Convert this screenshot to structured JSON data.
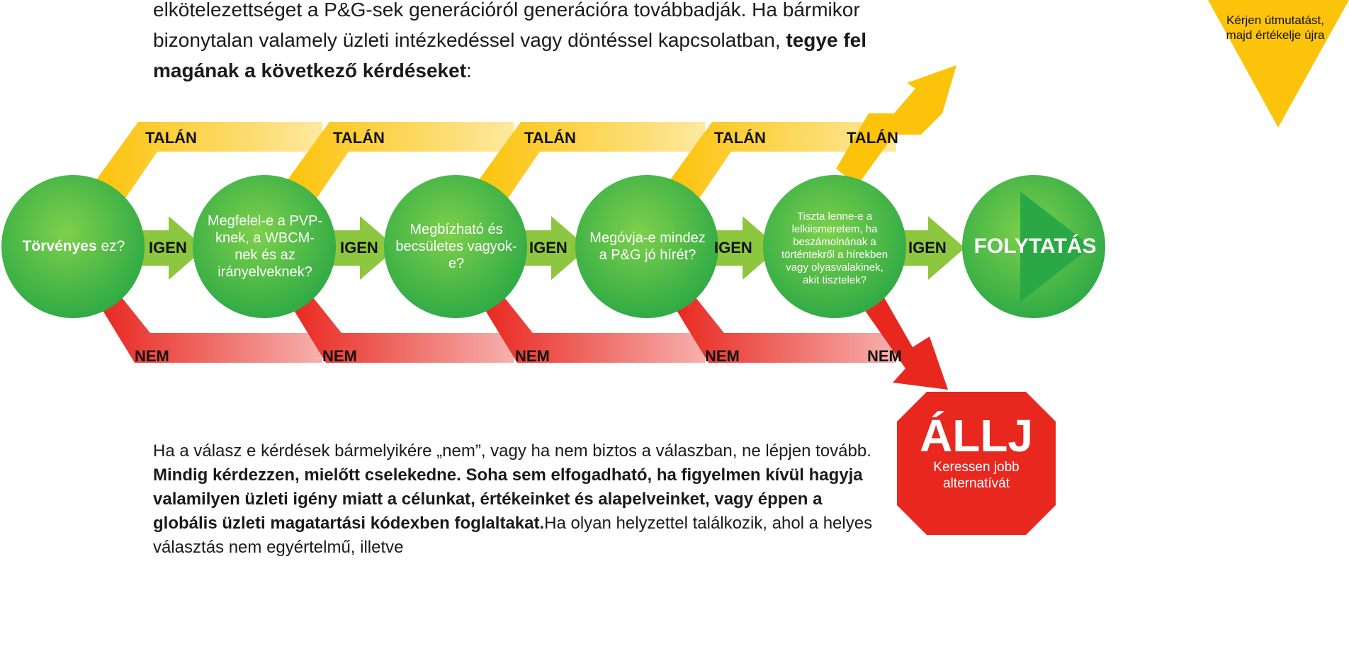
{
  "intro": {
    "line1": "elkötelezettséget a P&G-sek generációról generációra továbbadják. Ha bármikor",
    "line2_normal": "bizonytalan valamely üzleti intézkedéssel vagy döntéssel kapcsolatban, ",
    "line2_bold": "tegye fel",
    "line3_bold": "magának a következő kérdéseket",
    "line3_end": ":"
  },
  "flow": {
    "maybe_label": "TALÁN",
    "yes_label": "IGEN",
    "no_label": "NEM",
    "questions": [
      {
        "bold": "Törvényes",
        "text": " ez?"
      },
      {
        "bold": "",
        "text": "Megfelel-e a PVP-knek, a WBCM-nek és az irányelveknek?"
      },
      {
        "bold": "",
        "text": "Megbízható és becsületes vagyok-e?"
      },
      {
        "bold": "",
        "text": "Megóvja-e mindez a P&G jó hírét?"
      },
      {
        "bold": "",
        "text": "Tiszta lenne-e a lelkiismeretem, ha beszámolnának a történtekről a hírekben vagy olyasvalakinek, akit tisztelek?"
      }
    ],
    "continue_label": "FOLYTATÁS",
    "guidance": "Kérjen útmutatást, majd értékelje újra",
    "stop_title": "ÁLLJ",
    "stop_sub": "Keressen jobb alternatívát"
  },
  "colors": {
    "green": "#3cb54a",
    "light_green": "#8dc63f",
    "yellow": "#fcc30b",
    "red": "#e8271f"
  },
  "outro": {
    "p1": "Ha a válasz e kérdések bármelyikére „nem”, vagy ha nem biztos a válaszban, ne lépjen tovább. ",
    "p1_bold": "Mindig kérdezzen, mielőtt cselekedne. Soha sem elfogadható, ha figyelmen kívül hagyja valamilyen üzleti igény miatt a célunkat, értékeinket és alapelveinket, vagy éppen a globális üzleti magatartási kódexben foglaltakat.",
    "p2": "Ha olyan helyzettel találkozik, ahol a helyes választás nem egyértelmű, illetve"
  }
}
